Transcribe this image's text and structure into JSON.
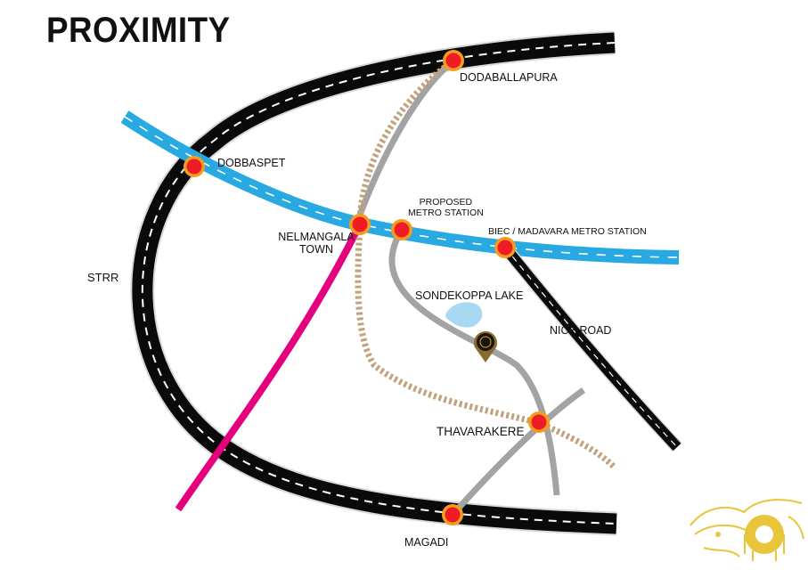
{
  "title": "PROXIMITY",
  "labels": {
    "dodaballapura": "DODABALLAPURA",
    "dobbaspet": "DOBBASPET",
    "proposed_metro_line1": "PROPOSED",
    "proposed_metro_line2": "METRO STATION",
    "biec_metro": "BIEC / MADAVARA METRO STATION",
    "nelmangala_line1": "NELMANGALA",
    "nelmangala_line2": "TOWN",
    "strr": "STRR",
    "sondekoppa_lake": "SONDEKOPPA LAKE",
    "nice_road": "NICE ROAD",
    "thavarakere": "THAVARAKERE",
    "magadi": "MAGADI"
  },
  "colors": {
    "highway": "#0a0a0a",
    "highway_dash": "#ffffff",
    "metro_line": "#29a9e1",
    "pink_road": "#e5007e",
    "grey_road": "#a3a3a3",
    "railway": "#c2a27c",
    "lake": "#a8d9f2",
    "node_fill": "#ee1c24",
    "node_ring": "#f39c20",
    "logo_gold": "#e8c53a"
  },
  "icons": {
    "project_marker": "location-pin-icon",
    "brand_logo": "ornament-logo-icon"
  }
}
